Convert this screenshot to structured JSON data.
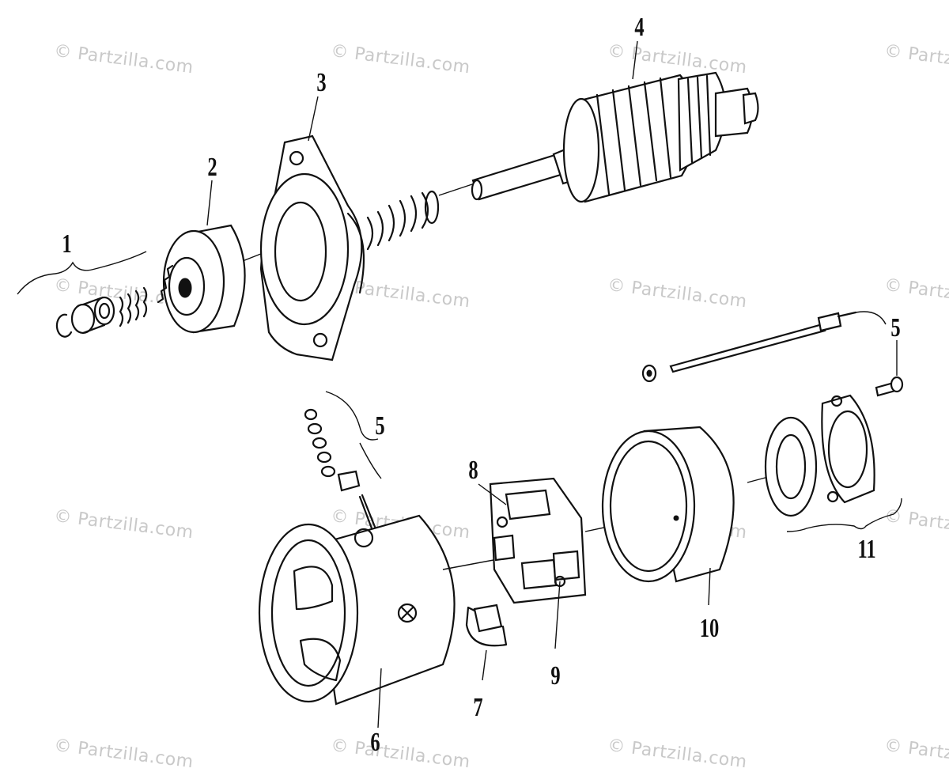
{
  "watermark_text": "© Partzilla.com",
  "callouts": {
    "c1": "1",
    "c2": "2",
    "c3": "3",
    "c4": "4",
    "c5a": "5",
    "c5b": "5",
    "c6": "6",
    "c7": "7",
    "c8": "8",
    "c9": "9",
    "c10": "10",
    "c11": "11"
  },
  "colors": {
    "ink": "#111111",
    "watermark": "#c9c9c9",
    "background": "#ffffff"
  }
}
